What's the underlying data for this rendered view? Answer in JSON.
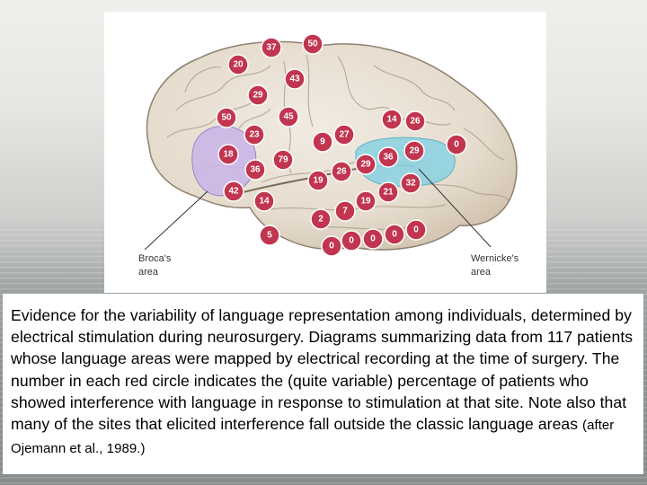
{
  "diagram": {
    "sites": [
      {
        "label": "37"
      },
      {
        "label": "50"
      },
      {
        "label": "20"
      },
      {
        "label": "43"
      },
      {
        "label": "29"
      },
      {
        "label": "50"
      },
      {
        "label": "45"
      },
      {
        "label": "23"
      },
      {
        "label": "18"
      },
      {
        "label": "9"
      },
      {
        "label": "27"
      },
      {
        "label": "14"
      },
      {
        "label": "26"
      },
      {
        "label": "0"
      },
      {
        "label": "79"
      },
      {
        "label": "36"
      },
      {
        "label": "29"
      },
      {
        "label": "36"
      },
      {
        "label": "29"
      },
      {
        "label": "26"
      },
      {
        "label": "19"
      },
      {
        "label": "42"
      },
      {
        "label": "14"
      },
      {
        "label": "32"
      },
      {
        "label": "21"
      },
      {
        "label": "19"
      },
      {
        "label": "7"
      },
      {
        "label": "2"
      },
      {
        "label": "5"
      },
      {
        "label": "0"
      },
      {
        "label": "0"
      },
      {
        "label": "0"
      },
      {
        "label": "0"
      },
      {
        "label": "0"
      }
    ],
    "broca_label": [
      "Broca's",
      "area"
    ],
    "wernicke_label": [
      "Wernicke's",
      "area"
    ],
    "colors": {
      "site_fill": "#c1354f",
      "broca_fill": "#c9b4e8",
      "wernicke_fill": "#8fd3e0",
      "brain_fill": "#e9e0d3"
    }
  },
  "caption": {
    "main": "Evidence for the variability of language representation among individuals, determined by electrical stimulation during neurosurgery. Diagrams summarizing data from 117 patients whose language areas were mapped by electrical recording at the time of surgery. The number in each red circle indicates the (quite variable) percentage of patients who showed interference with language in response to stimulation at that site. Note also that many of the sites that elicited interference fall outside the classic language areas",
    "citation_a": "(after",
    "citation_b": "Ojemann et al., 1989.)"
  }
}
